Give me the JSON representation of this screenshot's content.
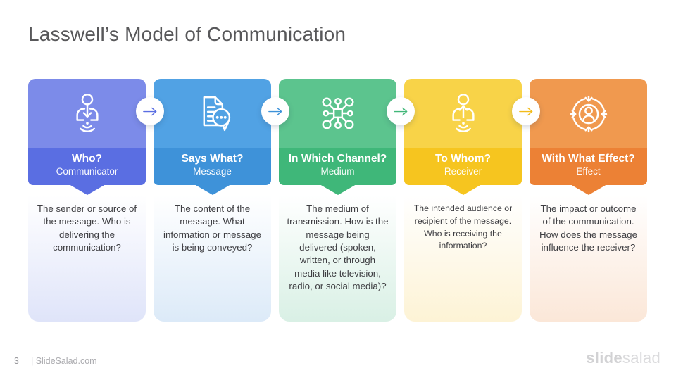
{
  "slide": {
    "title": "Lasswell’s Model of Communication",
    "page_number": "3",
    "footer_site": "| SlideSalad.com",
    "logo": {
      "bold": "slide",
      "light": "salad"
    }
  },
  "arrows": {
    "glyph": "→",
    "icon": "right-arrow-icon",
    "colors": [
      "#5A6EE2",
      "#3E92D9",
      "#41B779",
      "#F2BC1B"
    ]
  },
  "columns": [
    {
      "question": "Who?",
      "label": "Communicator",
      "description": "The sender or source of the message. Who is delivering the communication?",
      "icon": "person-broadcast-down-icon",
      "colors": {
        "icon_bg": "#7C8BE9",
        "band": "#5A6EE2",
        "tint": "#DFE4F9"
      }
    },
    {
      "question": "Says What?",
      "label": "Message",
      "description": "The content of the message. What information or message is being conveyed?",
      "icon": "document-chat-icon",
      "colors": {
        "icon_bg": "#51A2E4",
        "band": "#3E92D9",
        "tint": "#DCEAF8"
      }
    },
    {
      "question": "In Which Channel?",
      "label": "Medium",
      "description": "The medium of transmission. How is the message being delivered (spoken, written, or through media like television, radio, or social media)?",
      "icon": "network-hub-icon",
      "colors": {
        "icon_bg": "#5CC48E",
        "band": "#3FB779",
        "tint": "#D9F0E5"
      }
    },
    {
      "question": "To Whom?",
      "label": "Receiver",
      "description": "The intended audience or recipient of the message. Who is receiving the information?",
      "icon": "person-receive-up-icon",
      "colors": {
        "icon_bg": "#F8D348",
        "band": "#F6C51F",
        "tint": "#FDF3D5"
      }
    },
    {
      "question": "With What Effect?",
      "label": "Effect",
      "description": "The impact or outcome of the communication. How does the message influence the receiver?",
      "icon": "person-target-arrows-icon",
      "colors": {
        "icon_bg": "#F0994F",
        "band": "#EC8135",
        "tint": "#FBE7D8"
      }
    }
  ]
}
